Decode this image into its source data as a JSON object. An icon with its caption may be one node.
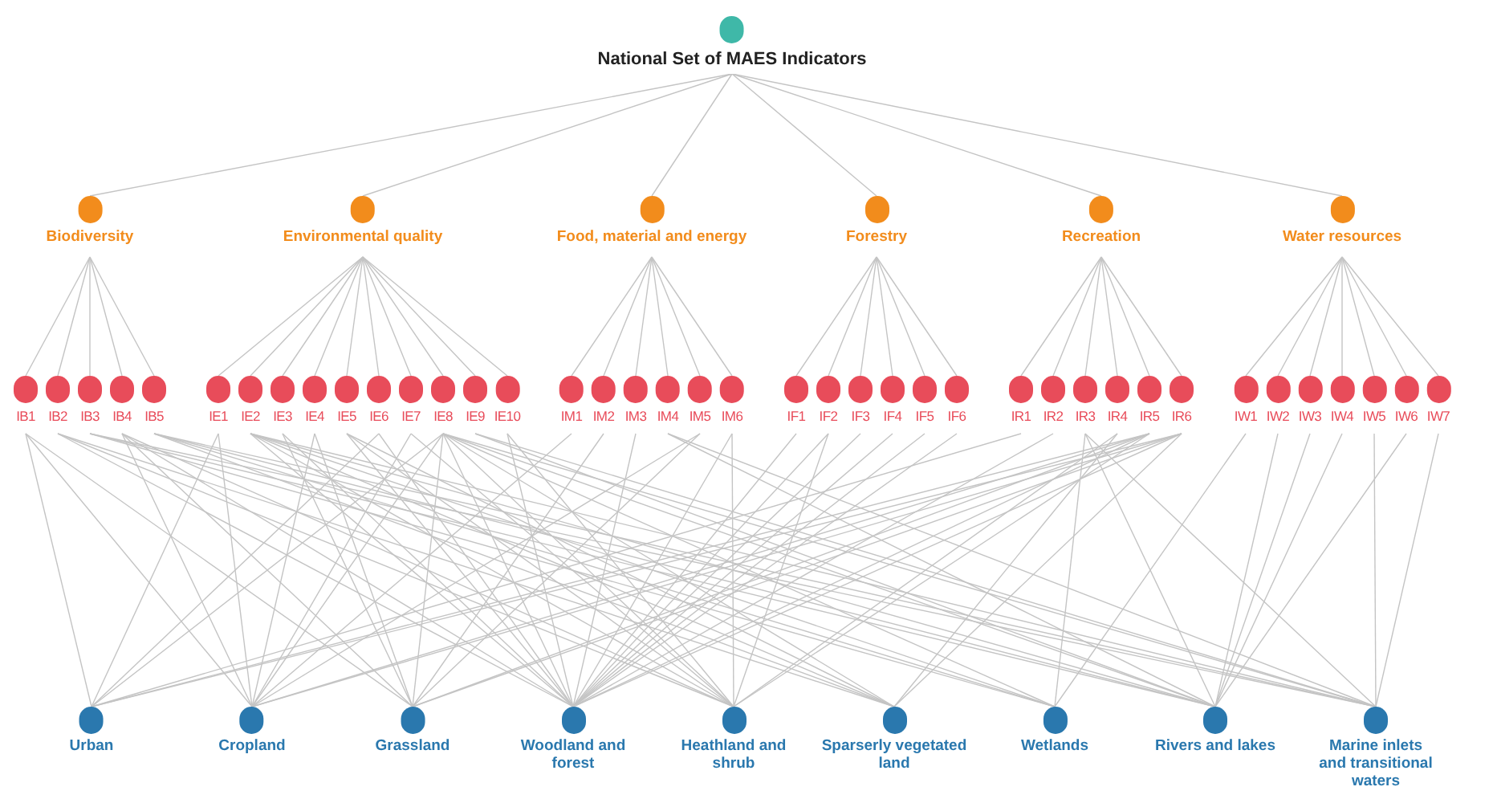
{
  "diagram": {
    "nodes": [
      {
        "text": [
          "National Set of MAES Indicators"
        ]
      },
      {
        "text": [
          "Biodiversity"
        ]
      },
      {
        "text": [
          "Environmental quality"
        ]
      },
      {
        "text": [
          "Food, material and energy"
        ]
      },
      {
        "text": [
          "Forestry"
        ]
      },
      {
        "text": [
          "Recreation"
        ]
      },
      {
        "text": [
          "Water resources"
        ]
      },
      {
        "text": [
          "IB1"
        ]
      },
      {
        "text": [
          "IB2"
        ]
      },
      {
        "text": [
          "IB3"
        ]
      },
      {
        "text": [
          "IB4"
        ]
      },
      {
        "text": [
          "IB5"
        ]
      },
      {
        "text": [
          "IE1"
        ]
      },
      {
        "text": [
          "IE2"
        ]
      },
      {
        "text": [
          "IE3"
        ]
      },
      {
        "text": [
          "IE4"
        ]
      },
      {
        "text": [
          "IE5"
        ]
      },
      {
        "text": [
          "IE6"
        ]
      },
      {
        "text": [
          "IE7"
        ]
      },
      {
        "text": [
          "IE8"
        ]
      },
      {
        "text": [
          "IE9"
        ]
      },
      {
        "text": [
          "IE10"
        ]
      },
      {
        "text": [
          "IM1"
        ]
      },
      {
        "text": [
          "IM2"
        ]
      },
      {
        "text": [
          "IM3"
        ]
      },
      {
        "text": [
          "IM4"
        ]
      },
      {
        "text": [
          "IM5"
        ]
      },
      {
        "text": [
          "IM6"
        ]
      },
      {
        "text": [
          "IF1"
        ]
      },
      {
        "text": [
          "IF2"
        ]
      },
      {
        "text": [
          "IF3"
        ]
      },
      {
        "text": [
          "IF4"
        ]
      },
      {
        "text": [
          "IF5"
        ]
      },
      {
        "text": [
          "IF6"
        ]
      },
      {
        "text": [
          "IR1"
        ]
      },
      {
        "text": [
          "IR2"
        ]
      },
      {
        "text": [
          "IR3"
        ]
      },
      {
        "text": [
          "IR4"
        ]
      },
      {
        "text": [
          "IR5"
        ]
      },
      {
        "text": [
          "IR6"
        ]
      },
      {
        "text": [
          "IW1"
        ]
      },
      {
        "text": [
          "IW2"
        ]
      },
      {
        "text": [
          "IW3"
        ]
      },
      {
        "text": [
          "IW4"
        ]
      },
      {
        "text": [
          "IW5"
        ]
      },
      {
        "text": [
          "IW6"
        ]
      },
      {
        "text": [
          "IW7"
        ]
      },
      {
        "text": [
          "Urban"
        ]
      },
      {
        "text": [
          "Cropland"
        ]
      },
      {
        "text": [
          "Grassland"
        ]
      },
      {
        "text": [
          "Woodland and forest"
        ]
      },
      {
        "text": [
          "Heathland and shrub"
        ]
      },
      {
        "text": [
          "Sparserly vegetated land"
        ]
      },
      {
        "text": [
          "Wetlands"
        ]
      },
      {
        "text": [
          "Rivers and lakes"
        ]
      },
      {
        "text": [
          "Marine inlets and transitional waters"
        ]
      }
    ],
    "edges": [
      {
        "from": 0,
        "to": 1,
        "arrow": "none"
      },
      {
        "from": 0,
        "to": 2,
        "arrow": "none"
      },
      {
        "from": 0,
        "to": 3,
        "arrow": "none"
      },
      {
        "from": 0,
        "to": 4,
        "arrow": "none"
      },
      {
        "from": 0,
        "to": 5,
        "arrow": "none"
      },
      {
        "from": 0,
        "to": 6,
        "arrow": "none"
      },
      {
        "from": 1,
        "to": 7,
        "arrow": "none"
      },
      {
        "from": 1,
        "to": 8,
        "arrow": "none"
      },
      {
        "from": 1,
        "to": 9,
        "arrow": "none"
      },
      {
        "from": 1,
        "to": 10,
        "arrow": "none"
      },
      {
        "from": 1,
        "to": 11,
        "arrow": "none"
      },
      {
        "from": 2,
        "to": 12,
        "arrow": "none"
      },
      {
        "from": 2,
        "to": 13,
        "arrow": "none"
      },
      {
        "from": 2,
        "to": 14,
        "arrow": "none"
      },
      {
        "from": 2,
        "to": 15,
        "arrow": "none"
      },
      {
        "from": 2,
        "to": 16,
        "arrow": "none"
      },
      {
        "from": 2,
        "to": 17,
        "arrow": "none"
      },
      {
        "from": 2,
        "to": 18,
        "arrow": "none"
      },
      {
        "from": 2,
        "to": 19,
        "arrow": "none"
      },
      {
        "from": 2,
        "to": 20,
        "arrow": "none"
      },
      {
        "from": 2,
        "to": 21,
        "arrow": "none"
      },
      {
        "from": 3,
        "to": 22,
        "arrow": "none"
      },
      {
        "from": 3,
        "to": 23,
        "arrow": "none"
      },
      {
        "from": 3,
        "to": 24,
        "arrow": "none"
      },
      {
        "from": 3,
        "to": 25,
        "arrow": "none"
      },
      {
        "from": 3,
        "to": 26,
        "arrow": "none"
      },
      {
        "from": 3,
        "to": 27,
        "arrow": "none"
      },
      {
        "from": 4,
        "to": 28,
        "arrow": "none"
      },
      {
        "from": 4,
        "to": 29,
        "arrow": "none"
      },
      {
        "from": 4,
        "to": 30,
        "arrow": "none"
      },
      {
        "from": 4,
        "to": 31,
        "arrow": "none"
      },
      {
        "from": 4,
        "to": 32,
        "arrow": "none"
      },
      {
        "from": 4,
        "to": 33,
        "arrow": "none"
      },
      {
        "from": 5,
        "to": 34,
        "arrow": "none"
      },
      {
        "from": 5,
        "to": 35,
        "arrow": "none"
      },
      {
        "from": 5,
        "to": 36,
        "arrow": "none"
      },
      {
        "from": 5,
        "to": 37,
        "arrow": "none"
      },
      {
        "from": 5,
        "to": 38,
        "arrow": "none"
      },
      {
        "from": 5,
        "to": 39,
        "arrow": "none"
      },
      {
        "from": 6,
        "to": 40,
        "arrow": "none"
      },
      {
        "from": 6,
        "to": 41,
        "arrow": "none"
      },
      {
        "from": 6,
        "to": 42,
        "arrow": "none"
      },
      {
        "from": 6,
        "to": 43,
        "arrow": "none"
      },
      {
        "from": 6,
        "to": 44,
        "arrow": "none"
      },
      {
        "from": 6,
        "to": 45,
        "arrow": "none"
      },
      {
        "from": 6,
        "to": 46,
        "arrow": "none"
      },
      {
        "from": 7,
        "to": 47,
        "arrow": "none"
      },
      {
        "from": 7,
        "to": 48,
        "arrow": "none"
      },
      {
        "from": 7,
        "to": 49,
        "arrow": "none"
      },
      {
        "from": 8,
        "to": 50,
        "arrow": "none"
      },
      {
        "from": 8,
        "to": 51,
        "arrow": "none"
      },
      {
        "from": 8,
        "to": 52,
        "arrow": "none"
      },
      {
        "from": 9,
        "to": 53,
        "arrow": "none"
      },
      {
        "from": 9,
        "to": 54,
        "arrow": "none"
      },
      {
        "from": 9,
        "to": 55,
        "arrow": "none"
      },
      {
        "from": 10,
        "to": 48,
        "arrow": "none"
      },
      {
        "from": 10,
        "to": 49,
        "arrow": "none"
      },
      {
        "from": 10,
        "to": 50,
        "arrow": "none"
      },
      {
        "from": 10,
        "to": 51,
        "arrow": "none"
      },
      {
        "from": 11,
        "to": 52,
        "arrow": "none"
      },
      {
        "from": 11,
        "to": 53,
        "arrow": "none"
      },
      {
        "from": 11,
        "to": 54,
        "arrow": "none"
      },
      {
        "from": 11,
        "to": 55,
        "arrow": "none"
      },
      {
        "from": 12,
        "to": 47,
        "arrow": "none"
      },
      {
        "from": 12,
        "to": 48,
        "arrow": "none"
      },
      {
        "from": 13,
        "to": 50,
        "arrow": "none"
      },
      {
        "from": 13,
        "to": 51,
        "arrow": "none"
      },
      {
        "from": 13,
        "to": 52,
        "arrow": "none"
      },
      {
        "from": 13,
        "to": 53,
        "arrow": "none"
      },
      {
        "from": 13,
        "to": 54,
        "arrow": "none"
      },
      {
        "from": 13,
        "to": 55,
        "arrow": "none"
      },
      {
        "from": 14,
        "to": 49,
        "arrow": "none"
      },
      {
        "from": 14,
        "to": 50,
        "arrow": "none"
      },
      {
        "from": 15,
        "to": 48,
        "arrow": "none"
      },
      {
        "from": 15,
        "to": 49,
        "arrow": "none"
      },
      {
        "from": 16,
        "to": 50,
        "arrow": "none"
      },
      {
        "from": 16,
        "to": 51,
        "arrow": "none"
      },
      {
        "from": 16,
        "to": 52,
        "arrow": "none"
      },
      {
        "from": 17,
        "to": 47,
        "arrow": "none"
      },
      {
        "from": 17,
        "to": 50,
        "arrow": "none"
      },
      {
        "from": 18,
        "to": 48,
        "arrow": "none"
      },
      {
        "from": 18,
        "to": 51,
        "arrow": "none"
      },
      {
        "from": 19,
        "to": 47,
        "arrow": "none"
      },
      {
        "from": 19,
        "to": 48,
        "arrow": "none"
      },
      {
        "from": 19,
        "to": 49,
        "arrow": "none"
      },
      {
        "from": 19,
        "to": 50,
        "arrow": "none"
      },
      {
        "from": 19,
        "to": 51,
        "arrow": "none"
      },
      {
        "from": 19,
        "to": 52,
        "arrow": "none"
      },
      {
        "from": 19,
        "to": 53,
        "arrow": "none"
      },
      {
        "from": 19,
        "to": 54,
        "arrow": "none"
      },
      {
        "from": 19,
        "to": 55,
        "arrow": "none"
      },
      {
        "from": 20,
        "to": 54,
        "arrow": "none"
      },
      {
        "from": 20,
        "to": 55,
        "arrow": "none"
      },
      {
        "from": 21,
        "to": 50,
        "arrow": "none"
      },
      {
        "from": 21,
        "to": 51,
        "arrow": "none"
      },
      {
        "from": 22,
        "to": 48,
        "arrow": "none"
      },
      {
        "from": 23,
        "to": 49,
        "arrow": "none"
      },
      {
        "from": 24,
        "to": 50,
        "arrow": "none"
      },
      {
        "from": 25,
        "to": 54,
        "arrow": "none"
      },
      {
        "from": 25,
        "to": 55,
        "arrow": "none"
      },
      {
        "from": 26,
        "to": 48,
        "arrow": "none"
      },
      {
        "from": 26,
        "to": 49,
        "arrow": "none"
      },
      {
        "from": 27,
        "to": 50,
        "arrow": "none"
      },
      {
        "from": 27,
        "to": 51,
        "arrow": "none"
      },
      {
        "from": 28,
        "to": 50,
        "arrow": "none"
      },
      {
        "from": 29,
        "to": 50,
        "arrow": "none"
      },
      {
        "from": 29,
        "to": 51,
        "arrow": "none"
      },
      {
        "from": 30,
        "to": 50,
        "arrow": "none"
      },
      {
        "from": 31,
        "to": 50,
        "arrow": "none"
      },
      {
        "from": 32,
        "to": 50,
        "arrow": "none"
      },
      {
        "from": 33,
        "to": 50,
        "arrow": "none"
      },
      {
        "from": 34,
        "to": 47,
        "arrow": "none"
      },
      {
        "from": 35,
        "to": 50,
        "arrow": "none"
      },
      {
        "from": 36,
        "to": 53,
        "arrow": "none"
      },
      {
        "from": 36,
        "to": 54,
        "arrow": "none"
      },
      {
        "from": 36,
        "to": 55,
        "arrow": "none"
      },
      {
        "from": 37,
        "to": 51,
        "arrow": "none"
      },
      {
        "from": 37,
        "to": 52,
        "arrow": "none"
      },
      {
        "from": 38,
        "to": 47,
        "arrow": "none"
      },
      {
        "from": 38,
        "to": 48,
        "arrow": "none"
      },
      {
        "from": 38,
        "to": 49,
        "arrow": "none"
      },
      {
        "from": 38,
        "to": 50,
        "arrow": "none"
      },
      {
        "from": 38,
        "to": 51,
        "arrow": "none"
      },
      {
        "from": 39,
        "to": 47,
        "arrow": "none"
      },
      {
        "from": 39,
        "to": 48,
        "arrow": "none"
      },
      {
        "from": 39,
        "to": 49,
        "arrow": "none"
      },
      {
        "from": 39,
        "to": 50,
        "arrow": "none"
      },
      {
        "from": 39,
        "to": 52,
        "arrow": "none"
      },
      {
        "from": 40,
        "to": 53,
        "arrow": "none"
      },
      {
        "from": 41,
        "to": 54,
        "arrow": "none"
      },
      {
        "from": 42,
        "to": 54,
        "arrow": "none"
      },
      {
        "from": 43,
        "to": 54,
        "arrow": "none"
      },
      {
        "from": 44,
        "to": 55,
        "arrow": "none"
      },
      {
        "from": 45,
        "to": 54,
        "arrow": "none"
      },
      {
        "from": 46,
        "to": 55,
        "arrow": "none"
      }
    ]
  }
}
